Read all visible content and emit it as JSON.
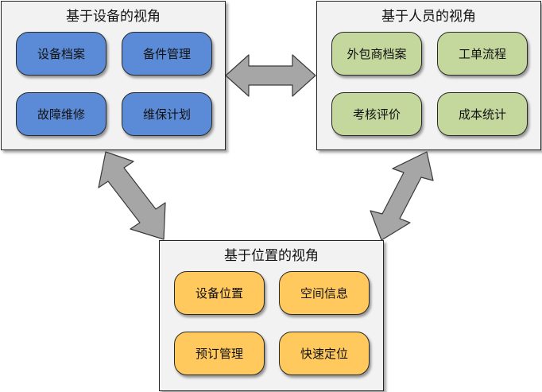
{
  "colors": {
    "equipment": "#5b8bd6",
    "personnel": "#c4d89e",
    "location": "#ffc95e",
    "arrow_fill": "#a6a6a6",
    "arrow_stroke": "#3a3a3a"
  },
  "panels": {
    "equipment": {
      "title": "基于设备的视角",
      "items": [
        "设备档案",
        "备件管理",
        "故障维修",
        "维保计划"
      ]
    },
    "personnel": {
      "title": "基于人员的视角",
      "items": [
        "外包商档案",
        "工单流程",
        "考核评价",
        "成本统计"
      ]
    },
    "location": {
      "title": "基于位置的视角",
      "items": [
        "设备位置",
        "空间信息",
        "预订管理",
        "快速定位"
      ]
    }
  }
}
